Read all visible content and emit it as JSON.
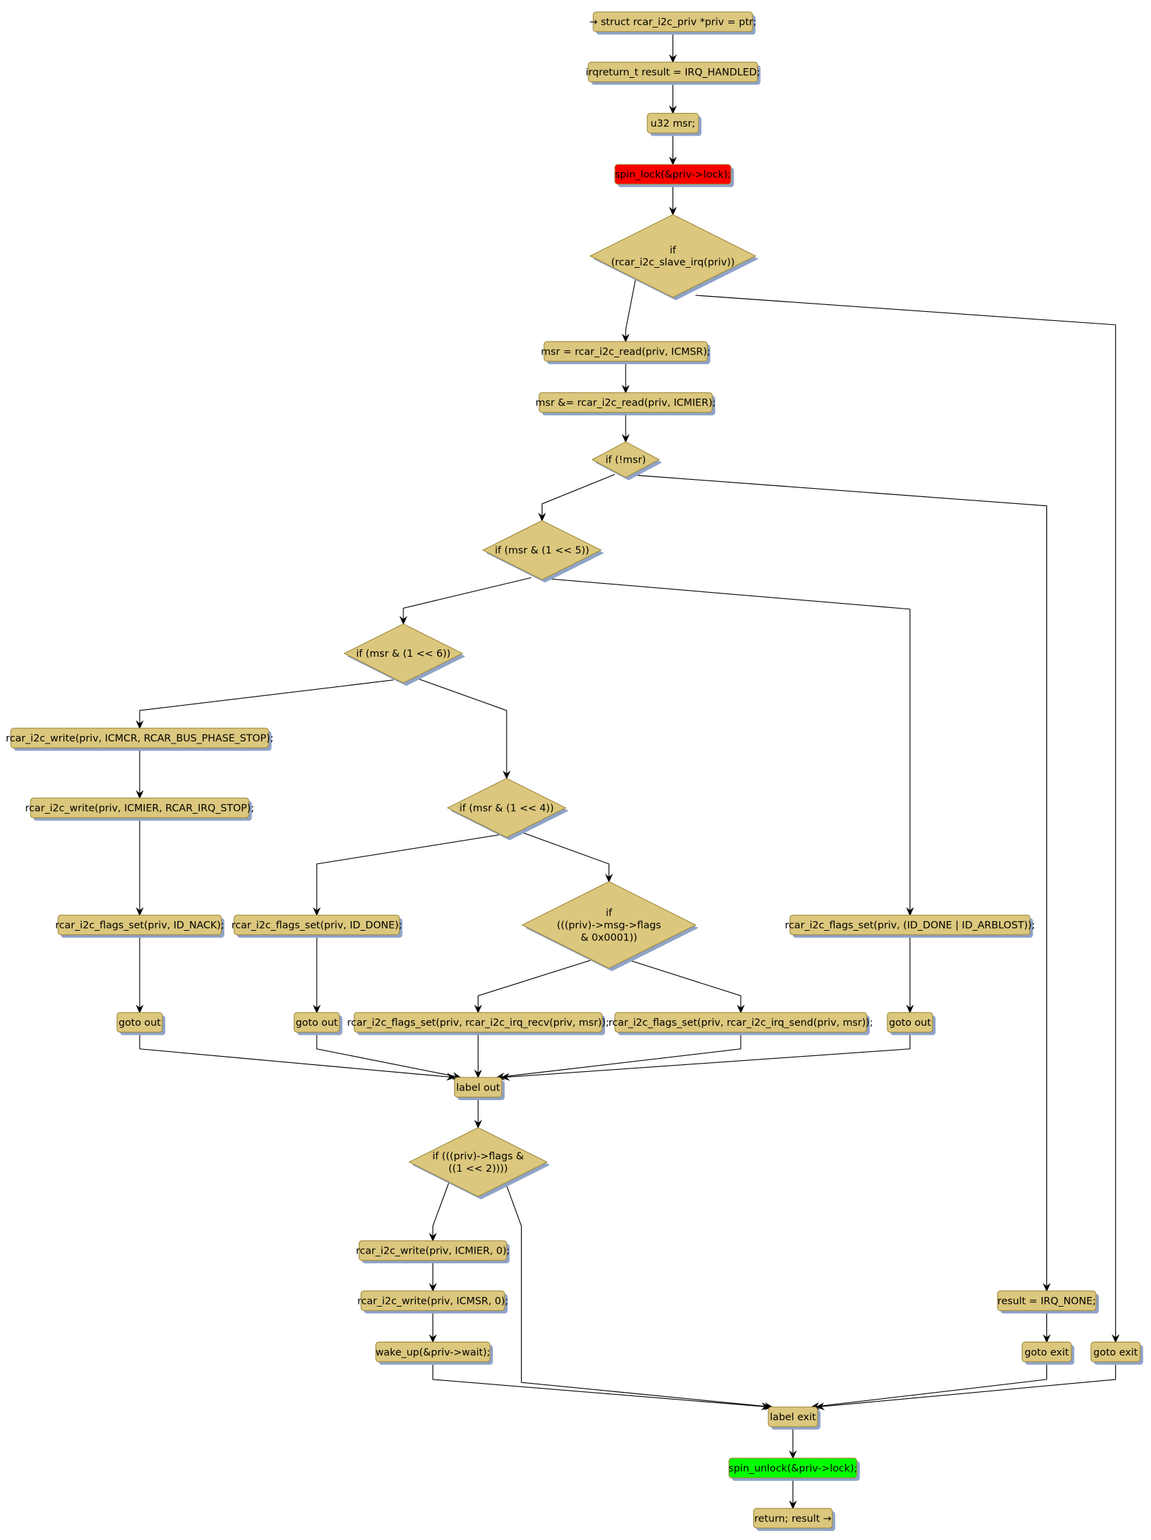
{
  "colors": {
    "node_fill": "#dbc77d",
    "node_stroke": "#a08a3c",
    "shadow": "#8fa3c8",
    "lock_fill": "#ff0000",
    "unlock_fill": "#00ff00"
  },
  "nodes": [
    {
      "id": "n0",
      "kind": "box",
      "text": "→ struct rcar_i2c_priv *priv = ptr;"
    },
    {
      "id": "n1",
      "kind": "box",
      "text": "irqreturn_t result = IRQ_HANDLED;"
    },
    {
      "id": "n2",
      "kind": "box",
      "text": "u32 msr;"
    },
    {
      "id": "n3",
      "kind": "box",
      "text": "spin_lock(&priv->lock);",
      "color": "lock_fill"
    },
    {
      "id": "d0",
      "kind": "decision",
      "text": "if\n(rcar_i2c_slave_irq(priv))"
    },
    {
      "id": "n4",
      "kind": "box",
      "text": "msr = rcar_i2c_read(priv, ICMSR);"
    },
    {
      "id": "n5",
      "kind": "box",
      "text": "msr &= rcar_i2c_read(priv, ICMIER);"
    },
    {
      "id": "d1",
      "kind": "decision",
      "text": "if (!msr)"
    },
    {
      "id": "d2",
      "kind": "decision",
      "text": "if (msr & (1 << 5))"
    },
    {
      "id": "d3",
      "kind": "decision",
      "text": "if (msr & (1 << 6))"
    },
    {
      "id": "n6",
      "kind": "box",
      "text": "rcar_i2c_write(priv, ICMCR, RCAR_BUS_PHASE_STOP);"
    },
    {
      "id": "n7",
      "kind": "box",
      "text": "rcar_i2c_write(priv, ICMIER, RCAR_IRQ_STOP);"
    },
    {
      "id": "d4",
      "kind": "decision",
      "text": "if (msr & (1 << 4))"
    },
    {
      "id": "n8",
      "kind": "box",
      "text": "rcar_i2c_flags_set(priv, ID_NACK);"
    },
    {
      "id": "n9",
      "kind": "box",
      "text": "rcar_i2c_flags_set(priv, ID_DONE);"
    },
    {
      "id": "d5",
      "kind": "decision",
      "text": "if\n(((priv)->msg->flags\n& 0x0001))"
    },
    {
      "id": "n10",
      "kind": "box",
      "text": "rcar_i2c_flags_set(priv, (ID_DONE | ID_ARBLOST));"
    },
    {
      "id": "n11",
      "kind": "box",
      "text": "goto out"
    },
    {
      "id": "n12",
      "kind": "box",
      "text": "goto out"
    },
    {
      "id": "n13",
      "kind": "box",
      "text": "rcar_i2c_flags_set(priv, rcar_i2c_irq_recv(priv, msr));"
    },
    {
      "id": "n14",
      "kind": "box",
      "text": "rcar_i2c_flags_set(priv, rcar_i2c_irq_send(priv, msr));"
    },
    {
      "id": "n15",
      "kind": "box",
      "text": "goto out"
    },
    {
      "id": "n16",
      "kind": "box",
      "text": "label out"
    },
    {
      "id": "d6",
      "kind": "decision",
      "text": "if (((priv)->flags &\n((1 << 2))))"
    },
    {
      "id": "n17",
      "kind": "box",
      "text": "rcar_i2c_write(priv, ICMIER, 0);"
    },
    {
      "id": "n18",
      "kind": "box",
      "text": "rcar_i2c_write(priv, ICMSR, 0);"
    },
    {
      "id": "n19",
      "kind": "box",
      "text": "wake_up(&priv->wait);"
    },
    {
      "id": "n20",
      "kind": "box",
      "text": "result = IRQ_NONE;"
    },
    {
      "id": "n21",
      "kind": "box",
      "text": "goto exit"
    },
    {
      "id": "n22",
      "kind": "box",
      "text": "goto exit"
    },
    {
      "id": "n23",
      "kind": "box",
      "text": "label exit"
    },
    {
      "id": "n24",
      "kind": "box",
      "text": "spin_unlock(&priv->lock);",
      "color": "unlock_fill"
    },
    {
      "id": "n25",
      "kind": "box",
      "text": "return; result →"
    }
  ]
}
